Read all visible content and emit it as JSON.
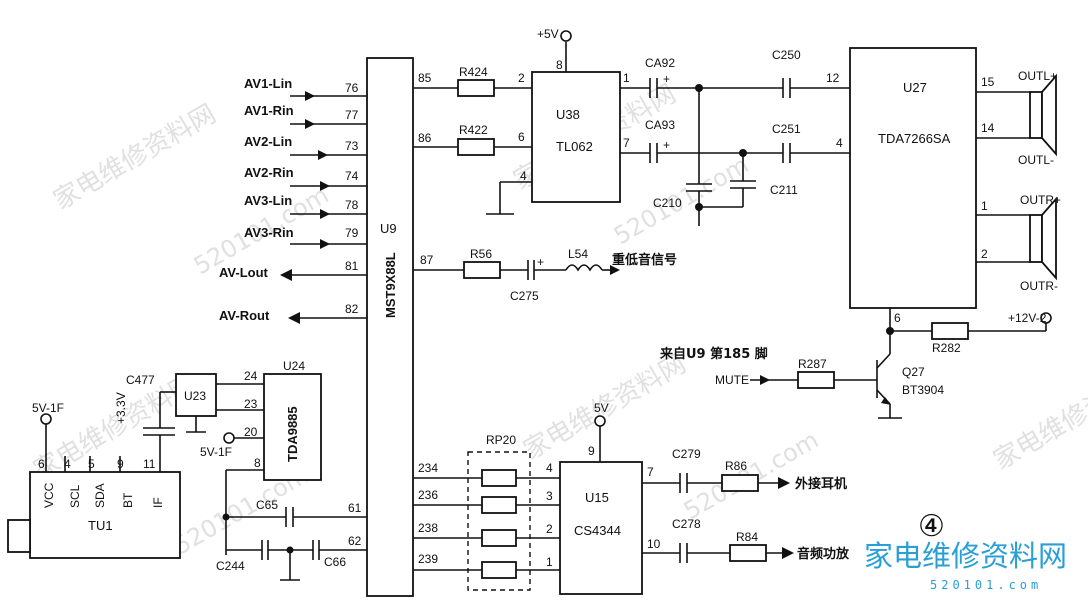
{
  "inputs": [
    {
      "label": "AV1-Lin",
      "pin": "76"
    },
    {
      "label": "AV1-Rin",
      "pin": "77"
    },
    {
      "label": "AV2-Lin",
      "pin": "73"
    },
    {
      "label": "AV2-Rin",
      "pin": "74"
    },
    {
      "label": "AV3-Lin",
      "pin": "78"
    },
    {
      "label": "AV3-Rin",
      "pin": "79"
    }
  ],
  "outputs": [
    {
      "label": "AV-Lout",
      "pin": "81"
    },
    {
      "label": "AV-Rout",
      "pin": "82"
    }
  ],
  "u9": {
    "ref": "U9",
    "part": "MST9X88L"
  },
  "u9_pins": {
    "p85": "85",
    "p86": "86",
    "p87": "87",
    "p61": "61",
    "p62": "62",
    "p234": "234",
    "p236": "236",
    "p238": "238",
    "p239": "239"
  },
  "u38": {
    "ref": "U38",
    "part": "TL062",
    "p2": "2",
    "p6": "6",
    "p8": "8",
    "p4": "4",
    "p1": "1",
    "p7": "7"
  },
  "supply_5v": "+5V",
  "r424": "R424",
  "r422": "R422",
  "r56": "R56",
  "c275": "C275",
  "l54": "L54",
  "bass_signal": "重低音信号",
  "ca92": "CA92",
  "ca93": "CA93",
  "plus": "+",
  "c210": "C210",
  "c211": "C211",
  "c250": "C250",
  "c251": "C251",
  "u27": {
    "ref": "U27",
    "part": "TDA7266SA",
    "p12": "12",
    "p4": "4",
    "p15": "15",
    "p14": "14",
    "p1": "1",
    "p2": "2",
    "p6": "6"
  },
  "out_labels": {
    "outl_p": "OUTL+",
    "outl_m": "OUTL-",
    "outr_p": "OUTR+",
    "outr_m": "OUTR-"
  },
  "supply_12v": "+12V-2",
  "r282": "R282",
  "r287": "R287",
  "mute_note": "来自U9 第185 脚",
  "mute": "MUTE",
  "q27": {
    "ref": "Q27",
    "part": "BT3904"
  },
  "u24": {
    "ref": "U24",
    "part": "TDA9885",
    "p24": "24",
    "p23": "23",
    "p20": "20",
    "p8": "8"
  },
  "u23": "U23",
  "c477": "C477",
  "v33": "+3.3V",
  "v5_1f": "5V-1F",
  "tu1": {
    "ref": "TU1",
    "pins": [
      "6",
      "4",
      "5",
      "9",
      "11"
    ],
    "names": [
      "VCC",
      "SCL",
      "SDA",
      "BT",
      "IF"
    ]
  },
  "c65": "C65",
  "c244": "C244",
  "c66": "C66",
  "rp20": "RP20",
  "rp_pins": [
    "4",
    "3",
    "2",
    "1"
  ],
  "u15": {
    "ref": "U15",
    "part": "CS4344",
    "p9": "9",
    "p7": "7",
    "p10": "10"
  },
  "v5": "5V",
  "c279": "C279",
  "c278": "C278",
  "r86": "R86",
  "r84": "R84",
  "ext_headphone": "外接耳机",
  "audio_amp": "音频功放",
  "figure_no": "④",
  "logo": "家电维修资料网",
  "logo_url": "520101.com",
  "watermark": "家电维修资料网",
  "watermark_url": "520101.com"
}
